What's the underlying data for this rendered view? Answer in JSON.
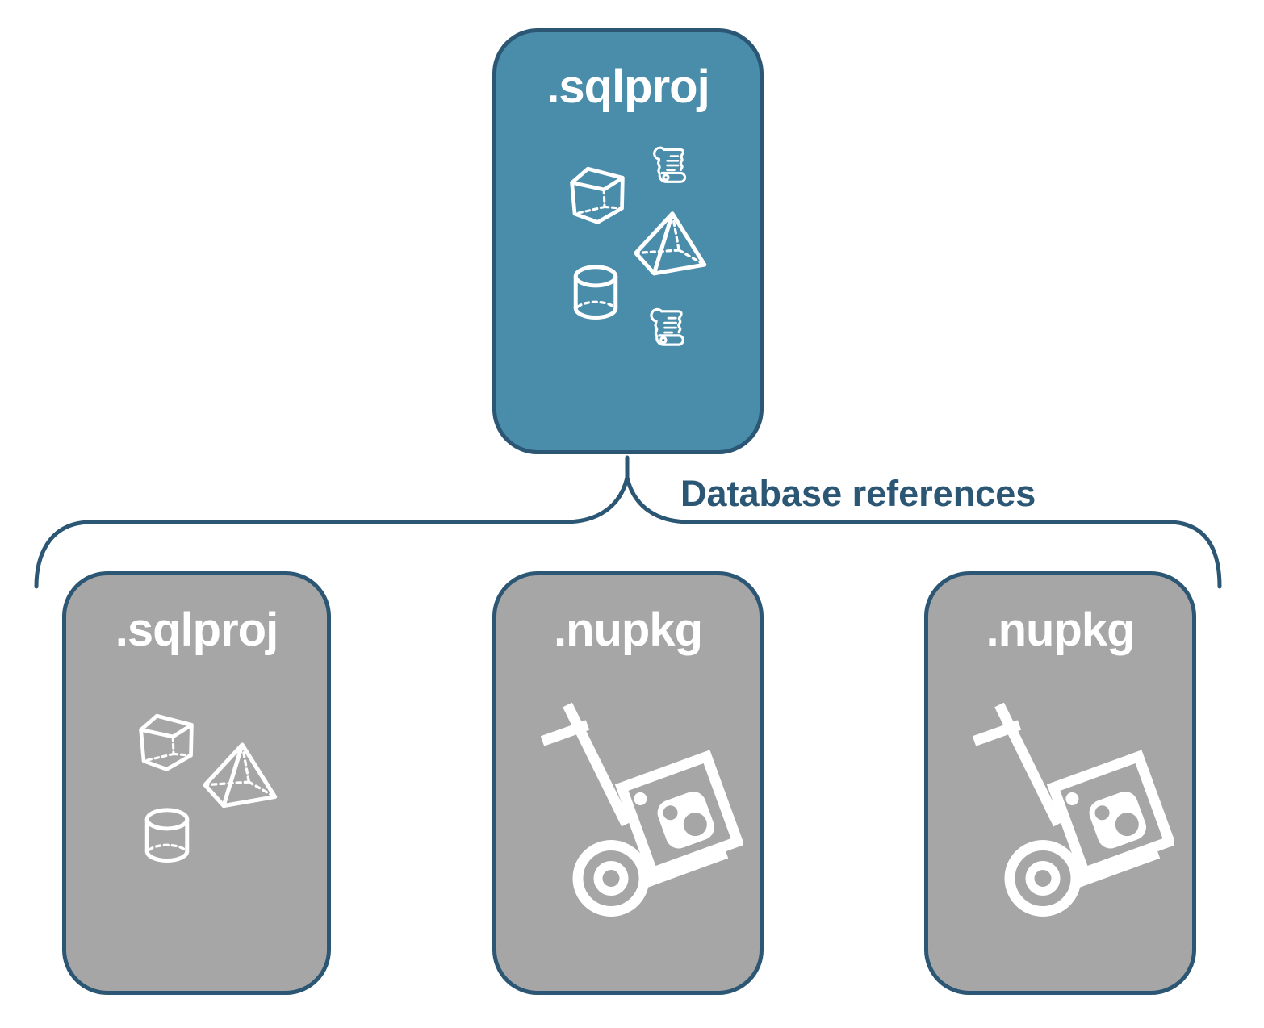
{
  "diagram": {
    "connector_label": "Database references",
    "root": {
      "label": ".sqlproj",
      "icons": [
        "script-scroll-icon",
        "cube-icon",
        "pyramid-icon",
        "cylinder-icon",
        "script-scroll-icon"
      ]
    },
    "children": [
      {
        "label": ".sqlproj",
        "icons": [
          "cube-icon",
          "pyramid-icon",
          "cylinder-icon"
        ]
      },
      {
        "label": ".nupkg",
        "icons": [
          "hand-truck-package-icon"
        ]
      },
      {
        "label": ".nupkg",
        "icons": [
          "hand-truck-package-icon"
        ]
      }
    ],
    "colors": {
      "root_fill": "#4a8dab",
      "child_fill": "#a6a6a6",
      "border": "#2b5674",
      "label_text": "#ffffff",
      "connector": "#2b5674",
      "connector_label_text": "#2b5674",
      "icon_stroke": "#ffffff"
    }
  }
}
